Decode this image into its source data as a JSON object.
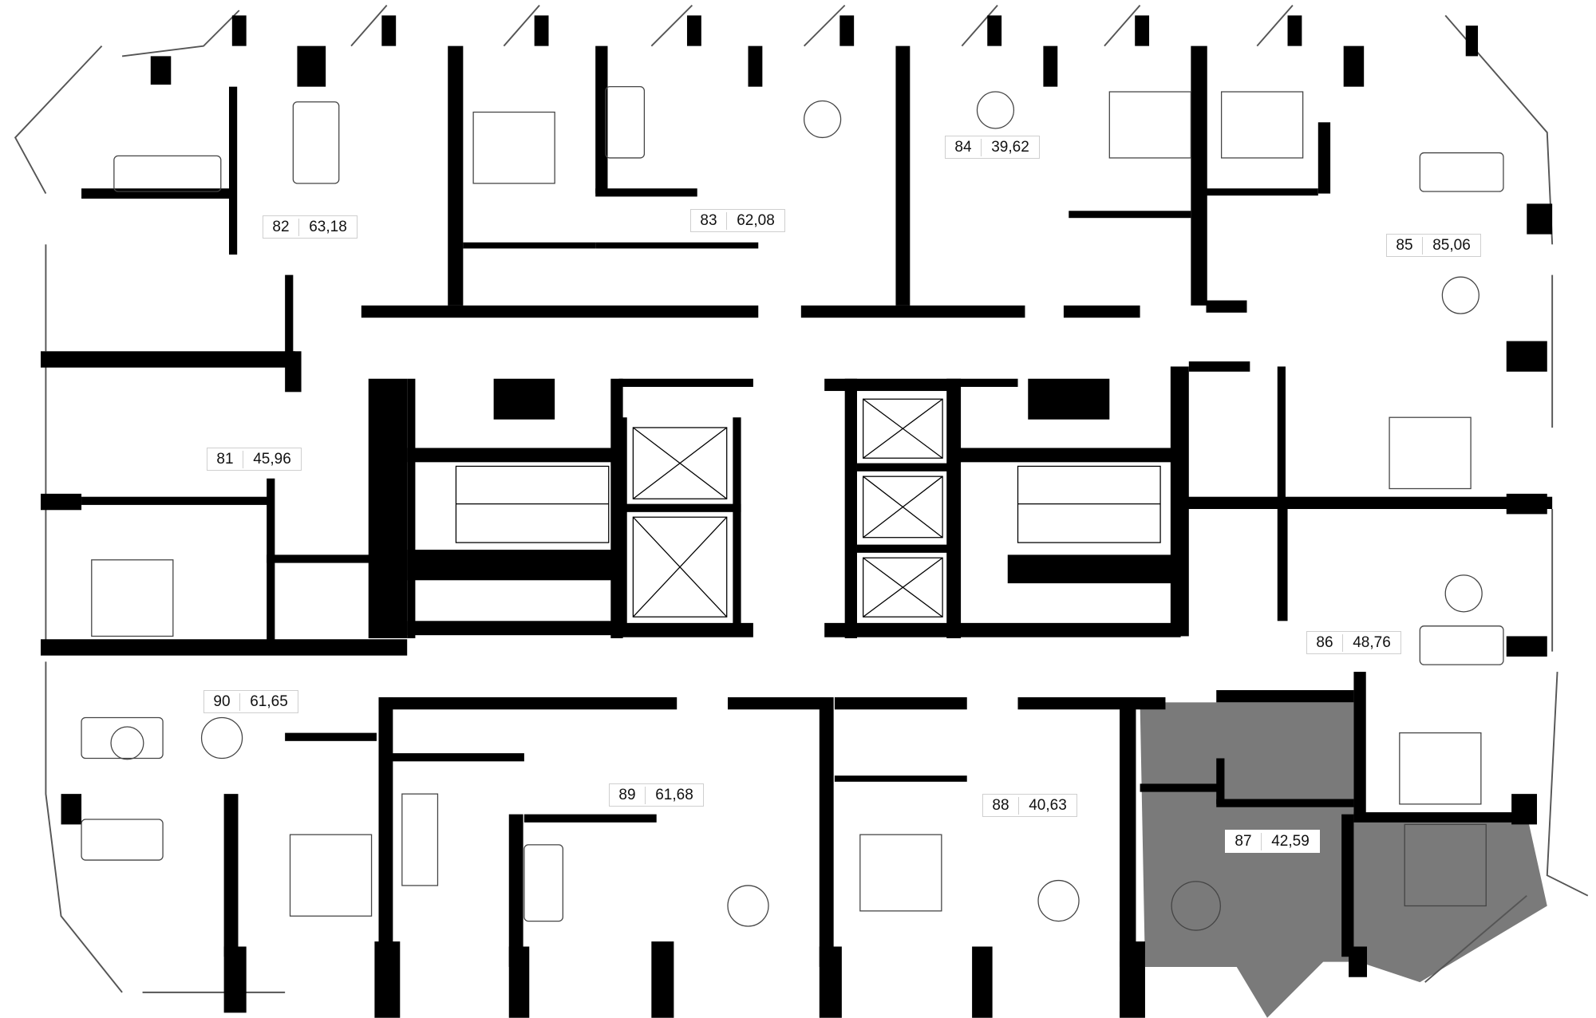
{
  "plan": {
    "highlight_color": "#7a7a7a",
    "wall_color": "#000000",
    "highlighted_unit": "87",
    "units": [
      {
        "number": "82",
        "area": "63,18"
      },
      {
        "number": "83",
        "area": "62,08"
      },
      {
        "number": "84",
        "area": "39,62"
      },
      {
        "number": "85",
        "area": "85,06"
      },
      {
        "number": "81",
        "area": "45,96"
      },
      {
        "number": "86",
        "area": "48,76"
      },
      {
        "number": "90",
        "area": "61,65"
      },
      {
        "number": "89",
        "area": "61,68"
      },
      {
        "number": "88",
        "area": "40,63"
      },
      {
        "number": "87",
        "area": "42,59"
      }
    ]
  }
}
